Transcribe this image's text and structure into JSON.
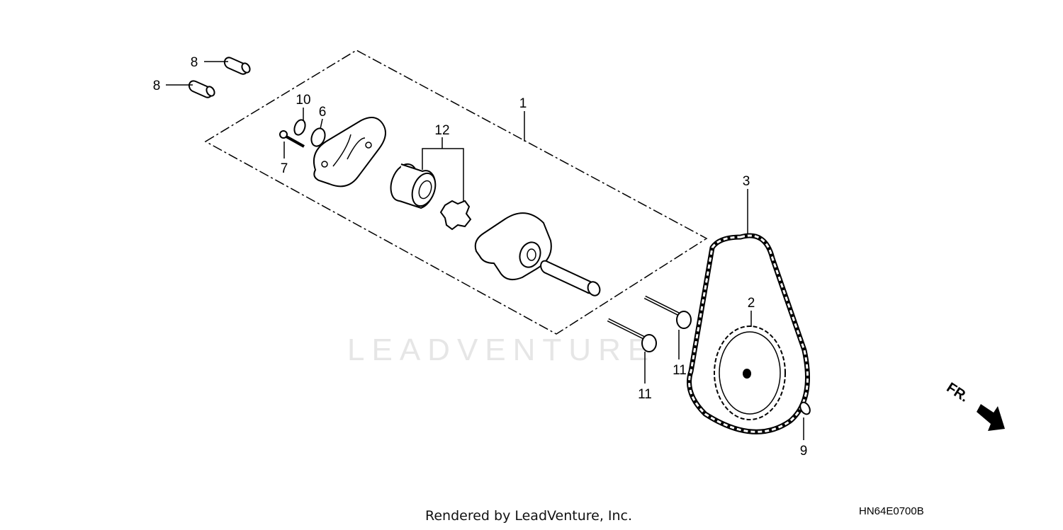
{
  "diagram": {
    "callouts": [
      "8",
      "8",
      "10",
      "6",
      "7",
      "12",
      "1",
      "3",
      "2",
      "11",
      "11",
      "9"
    ],
    "direction_marker": "FR.",
    "diagram_code": "HN64E0700B",
    "watermark": "LEADVENTURE"
  },
  "footer": {
    "rendered_by": "Rendered by LeadVenture, Inc."
  }
}
